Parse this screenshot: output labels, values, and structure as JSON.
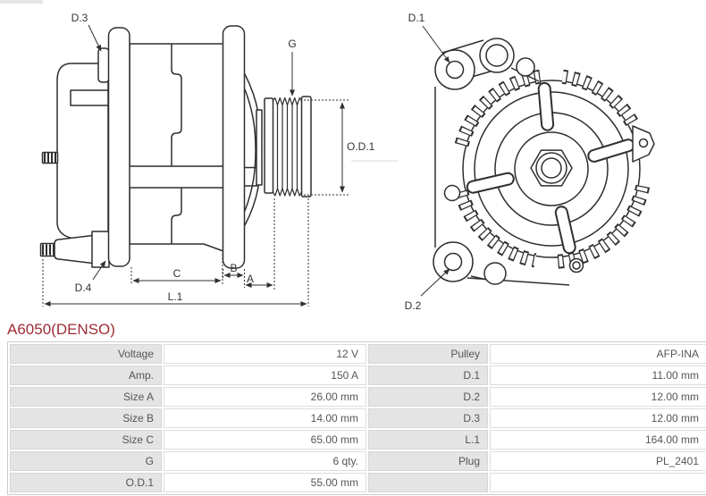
{
  "title": "A6050(DENSO)",
  "colors": {
    "title_red": "#9e2b34",
    "line_color": "#2f2f2f",
    "table_label_bg": "#e4e4e4",
    "table_border": "#cccccc",
    "table_text": "#555555"
  },
  "diagram": {
    "side_view": {
      "labels": {
        "d3": "D.3",
        "g": "G",
        "od1": "O.D.1",
        "d4": "D.4",
        "c": "C",
        "b": "B",
        "a": "A",
        "l1": "L.1"
      }
    },
    "front_view": {
      "labels": {
        "d1": "D.1",
        "d2": "D.2"
      }
    }
  },
  "spec_table": {
    "rows": [
      {
        "label_left": "Voltage",
        "value_left": "12 V",
        "label_right": "Pulley",
        "value_right": "AFP-INA"
      },
      {
        "label_left": "Amp.",
        "value_left": "150 A",
        "label_right": "D.1",
        "value_right": "11.00 mm"
      },
      {
        "label_left": "Size A",
        "value_left": "26.00 mm",
        "label_right": "D.2",
        "value_right": "12.00 mm"
      },
      {
        "label_left": "Size B",
        "value_left": "14.00 mm",
        "label_right": "D.3",
        "value_right": "12.00 mm"
      },
      {
        "label_left": "Size C",
        "value_left": "65.00 mm",
        "label_right": "L.1",
        "value_right": "164.00 mm"
      },
      {
        "label_left": "G",
        "value_left": "6 qty.",
        "label_right": "Plug",
        "value_right": "PL_2401"
      },
      {
        "label_left": "O.D.1",
        "value_left": "55.00 mm",
        "label_right": "",
        "value_right": ""
      }
    ]
  }
}
